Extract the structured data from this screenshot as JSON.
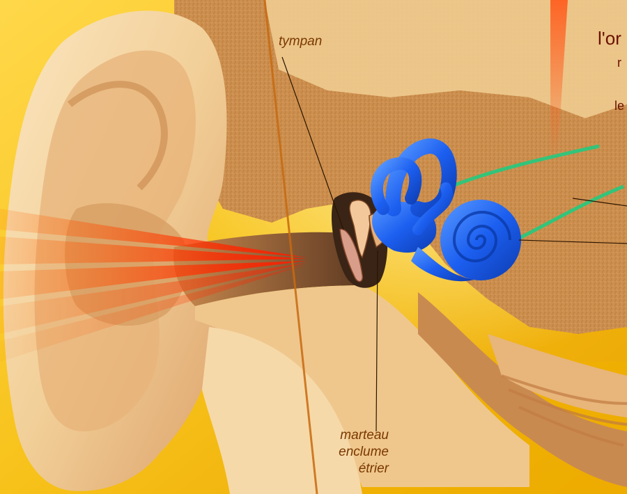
{
  "labels": {
    "tympan": "tympan",
    "marteau": "marteau",
    "enclume": "enclume",
    "etrier": "étrier"
  },
  "heading": {
    "title": "l'or",
    "line1": "r",
    "line2": "le"
  },
  "colors": {
    "background": "#f2b300",
    "label_text": "#7a3800",
    "heading_text": "#6a1000",
    "bone_tissue": "#cc8f4e",
    "skin": "#f5d7a5",
    "inner_ear": "#1c5ff0",
    "nerve": "#33c47a",
    "sound_wave": "#ff2a00",
    "pointer_line": "#2a1400"
  }
}
